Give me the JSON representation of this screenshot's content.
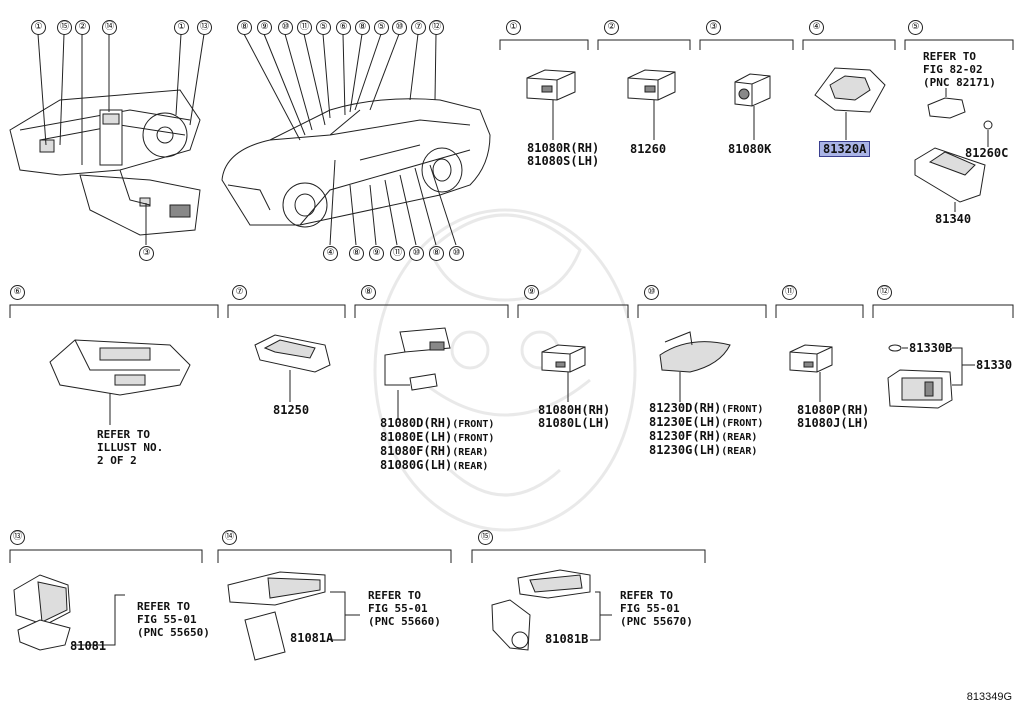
{
  "figure_id": "813349G",
  "watermark": "logo",
  "highlight_color": "#aab4e6",
  "sections": [
    {
      "id": "1",
      "numeral": "①",
      "parts": [
        "81080R(RH)",
        "81080S(LH)"
      ]
    },
    {
      "id": "2",
      "numeral": "②",
      "parts": [
        "81260"
      ]
    },
    {
      "id": "3",
      "numeral": "③",
      "parts": [
        "81080K"
      ]
    },
    {
      "id": "4",
      "numeral": "④",
      "parts": [
        "81320A"
      ]
    },
    {
      "id": "5",
      "numeral": "⑤",
      "refer": "REFER TO\nFIG 82-02\n(PNC 82171)",
      "parts": [
        "81260C",
        "81340"
      ]
    },
    {
      "id": "6",
      "numeral": "⑥",
      "refer": "REFER TO\nILLUST NO.\n2 OF 2",
      "parts": []
    },
    {
      "id": "7",
      "numeral": "⑦",
      "parts": [
        "81250"
      ]
    },
    {
      "id": "8",
      "numeral": "⑧",
      "parts": [
        "81080D(RH)",
        "81080E(LH)",
        "81080F(RH)",
        "81080G(LH)"
      ],
      "notes": [
        "(FRONT)",
        "(FRONT)",
        "(REAR)",
        "(REAR)"
      ]
    },
    {
      "id": "9",
      "numeral": "⑨",
      "parts": [
        "81080H(RH)",
        "81080L(LH)"
      ]
    },
    {
      "id": "10",
      "numeral": "⑩",
      "parts": [
        "81230D(RH)",
        "81230E(LH)",
        "81230F(RH)",
        "81230G(LH)"
      ],
      "notes": [
        "(FRONT)",
        "(FRONT)",
        "(REAR)",
        "(REAR)"
      ]
    },
    {
      "id": "11",
      "numeral": "⑪",
      "parts": [
        "81080P(RH)",
        "81080J(LH)"
      ]
    },
    {
      "id": "12",
      "numeral": "⑫",
      "parts": [
        "81330B",
        "81330"
      ]
    },
    {
      "id": "13",
      "numeral": "⑬",
      "refer": "REFER TO\nFIG 55-01\n(PNC 55650)",
      "parts": [
        "81081"
      ]
    },
    {
      "id": "14",
      "numeral": "⑭",
      "refer": "REFER TO\nFIG 55-01\n(PNC 55660)",
      "parts": [
        "81081A"
      ]
    },
    {
      "id": "15",
      "numeral": "⑮",
      "refer": "REFER TO\nFIG 55-01\n(PNC 55670)",
      "parts": [
        "81081B"
      ]
    }
  ],
  "interior_callouts": {
    "top": [
      "①",
      "⑮",
      "②",
      "⑭",
      "①",
      "⑬"
    ],
    "bottom": [
      "③"
    ]
  },
  "car_callouts": {
    "top": [
      "⑧",
      "⑨",
      "⑩",
      "⑪",
      "⑤",
      "⑥",
      "⑧",
      "⑤",
      "⑩",
      "⑦",
      "⑫"
    ],
    "bottom": [
      "④",
      "⑧",
      "⑨",
      "⑪",
      "⑩",
      "⑧",
      "⑩"
    ]
  }
}
